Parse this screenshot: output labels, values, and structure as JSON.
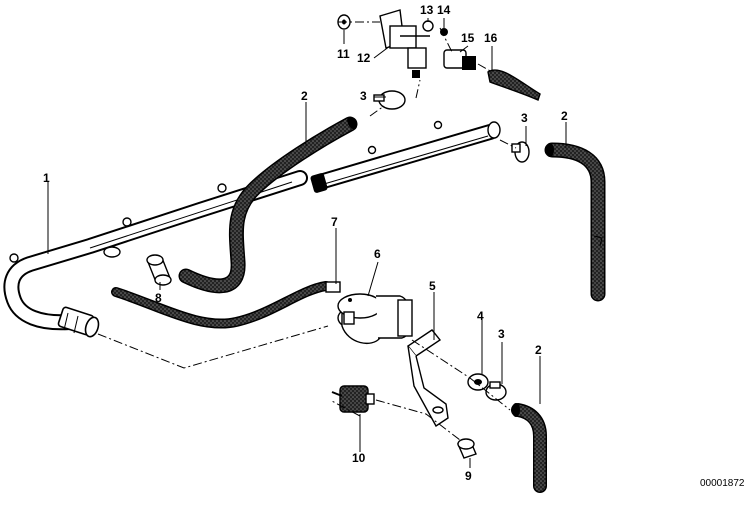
{
  "labels": {
    "p1": "1",
    "p2a": "2",
    "p2b": "2",
    "p2c": "2",
    "p3a": "3",
    "p3b": "3",
    "p3c": "3",
    "p4": "4",
    "p5": "5",
    "p6": "6",
    "p7": "7",
    "p8": "8",
    "p9": "9",
    "p10": "10",
    "p11": "11",
    "p12": "12",
    "p13": "13",
    "p14": "14",
    "p15": "15",
    "p16": "16"
  },
  "document_id": "00001872",
  "colors": {
    "ink": "#000000",
    "paper": "#ffffff",
    "hose_texture": "#555555"
  }
}
